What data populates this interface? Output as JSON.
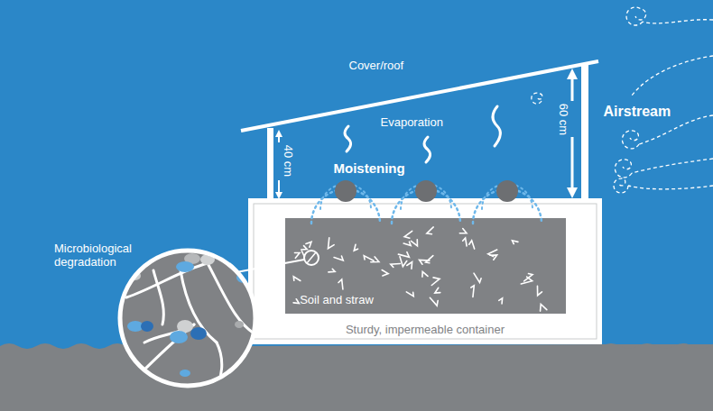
{
  "diagram": {
    "nodes": [
      {
        "text": [
          "Sturdy, impermeable container"
        ]
      },
      {
        "text": [
          "Soil and straw"
        ],
        "in": 0
      }
    ],
    "labels": [
      "Cover/roof",
      "Evaporation",
      "40 cm",
      "60 cm",
      "Moistening",
      "Airstream",
      "Microbiological degradation"
    ]
  }
}
